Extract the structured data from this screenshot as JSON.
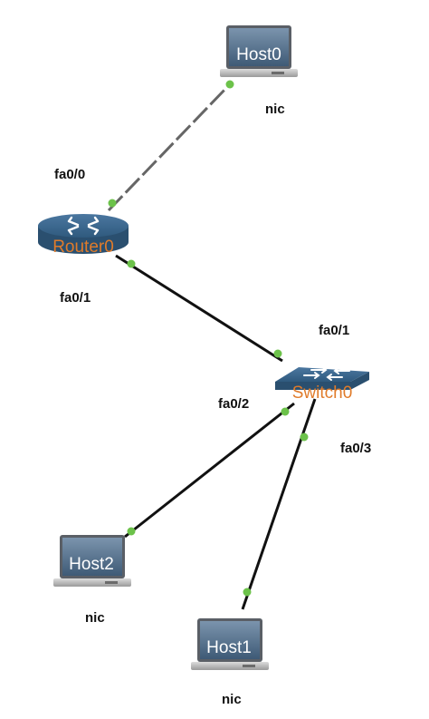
{
  "devices": {
    "host0": {
      "label": "Host0",
      "port": "nic"
    },
    "host1": {
      "label": "Host1",
      "port": "nic"
    },
    "host2": {
      "label": "Host2",
      "port": "nic"
    },
    "router0": {
      "label": "Router0",
      "ports": [
        "fa0/0",
        "fa0/1"
      ]
    },
    "switch0": {
      "label": "Switch0",
      "ports": [
        "fa0/1",
        "fa0/2",
        "fa0/3"
      ]
    }
  },
  "links": [
    {
      "from": "Router0 fa0/0",
      "to": "Host0 nic",
      "style": "dashed"
    },
    {
      "from": "Router0 fa0/1",
      "to": "Switch0 fa0/1",
      "style": "solid"
    },
    {
      "from": "Switch0 fa0/2",
      "to": "Host2 nic",
      "style": "solid"
    },
    {
      "from": "Switch0 fa0/3",
      "to": "Host1 nic",
      "style": "solid"
    }
  ],
  "colors": {
    "link": "#111111",
    "dashed_link": "#666666",
    "port_dot": "#6cc24a",
    "network_device_label": "#e07b2a",
    "device_body": "#2f5a7e",
    "host_label": "#ffffff"
  },
  "icons": {
    "host": "laptop-icon",
    "router": "router-icon",
    "switch": "switch-icon"
  }
}
